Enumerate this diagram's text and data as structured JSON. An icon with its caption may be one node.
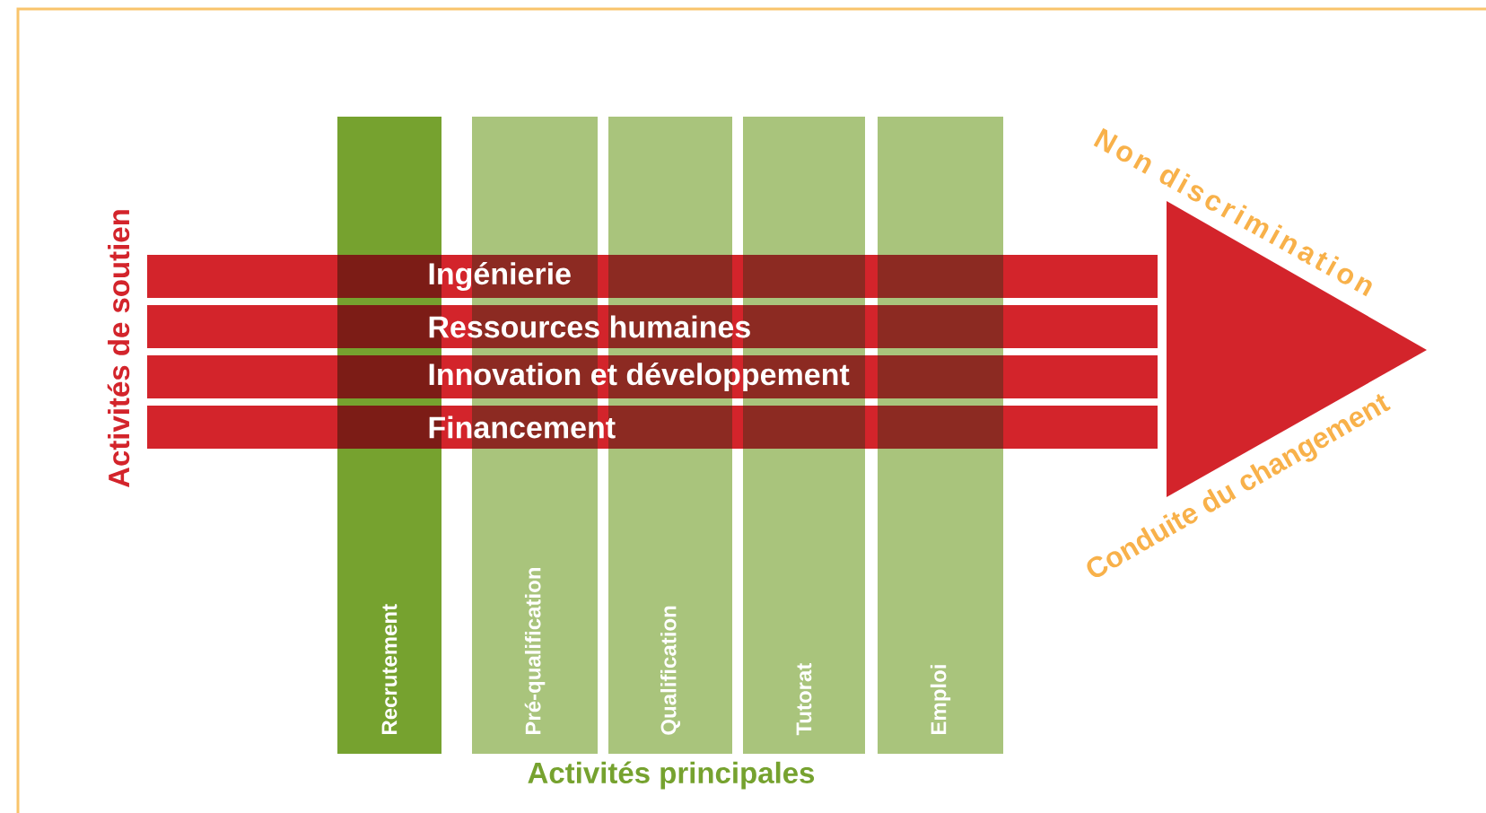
{
  "diagram": {
    "nodes": [
      {
        "text": [
          "Recrutement"
        ]
      },
      {
        "text": [
          "Pré-qualification"
        ]
      },
      {
        "text": [
          "Qualification"
        ]
      },
      {
        "text": [
          "Tutorat"
        ]
      },
      {
        "text": [
          "Emploi"
        ]
      },
      {
        "text": [
          "Ingénierie"
        ]
      },
      {
        "text": [
          "Ressources humaines"
        ]
      },
      {
        "text": [
          "Innovation et développement"
        ]
      },
      {
        "text": [
          "Financement"
        ]
      },
      {
        "text": [
          "Non discrimination",
          "Conduite du changement"
        ]
      }
    ],
    "labels": [
      "Activités de soutien",
      "Activités principales"
    ]
  }
}
